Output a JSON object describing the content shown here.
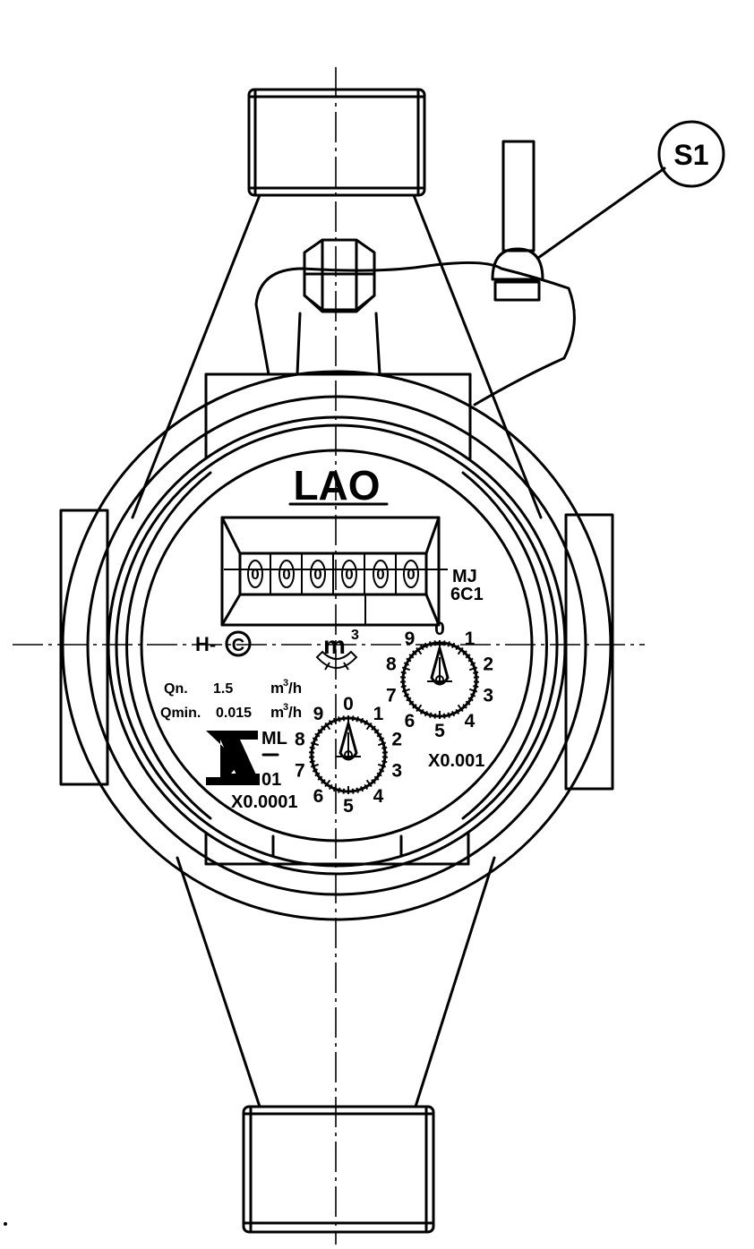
{
  "brand": {
    "logo_text": "LAO"
  },
  "counter": {
    "digits": [
      "0",
      "0",
      "0",
      "0",
      "0",
      "0"
    ],
    "side_code_1": "MJ",
    "side_code_2": "6C1"
  },
  "class_mark": "H-",
  "class_letter": "C",
  "unit": {
    "base": "m",
    "sup": "3"
  },
  "flow": {
    "qn_label": "Qn.",
    "qn_value": "1.5",
    "qmin_label": "Qmin.",
    "qmin_value": "0.015",
    "unit_base": "m",
    "unit_sup": "3",
    "unit_den": "/h"
  },
  "approval": {
    "top": "ML",
    "bottom": "01"
  },
  "dials": [
    {
      "id": "dial-x0001",
      "multiplier": "X0.001",
      "numbers": [
        "0",
        "1",
        "2",
        "3",
        "4",
        "5",
        "6",
        "7",
        "8",
        "9"
      ]
    },
    {
      "id": "dial-x00001",
      "multiplier": "X0.0001",
      "numbers": [
        "0",
        "1",
        "2",
        "3",
        "4",
        "5",
        "6",
        "7",
        "8",
        "9"
      ]
    }
  ],
  "callout": {
    "label": "S1"
  }
}
